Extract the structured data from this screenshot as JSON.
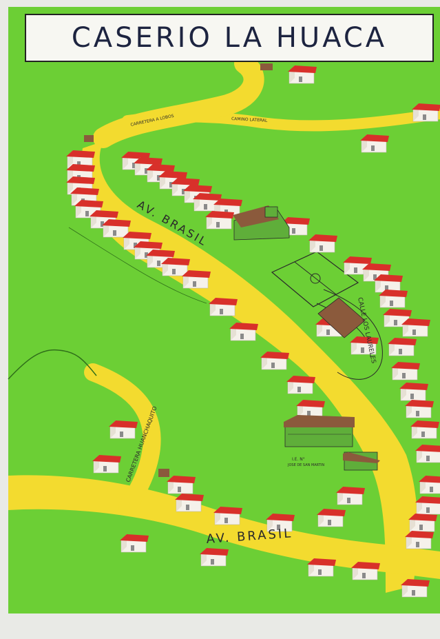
{
  "title": "CASERIO LA HUACA",
  "colors": {
    "grass": "#6ccf35",
    "road": "#f3db2f",
    "roof": "#d8302a",
    "wall": "#f5f1ea",
    "church": "#5fae3a",
    "brown_roof": "#8b5a3c",
    "ink": "#2a2a2a",
    "wall_bg": "#e9eae6"
  },
  "roads": [
    {
      "id": "av-brasil-main",
      "label": "AV. BRASIL"
    },
    {
      "id": "av-brasil-lower",
      "label": "AV. BRASIL"
    },
    {
      "id": "calle-los-laureles",
      "label": "CALLE LOS LAURELES"
    },
    {
      "id": "carretera-huanchaquito",
      "label": "CARRETERA HUANCHAQUITO"
    },
    {
      "id": "carretera-a-lobos",
      "label": "CARRETERA A LOBOS"
    },
    {
      "id": "camino-lateral",
      "label": "CAMINO LATERAL"
    }
  ],
  "landmarks": [
    {
      "id": "school",
      "label": "I.E. N°",
      "sublabel": "JOSE DE SAN MARTIN"
    }
  ],
  "icons": [
    "house-icon",
    "church-icon",
    "soccer-field-icon",
    "school-icon",
    "hut-icon",
    "mountain-icon"
  ]
}
